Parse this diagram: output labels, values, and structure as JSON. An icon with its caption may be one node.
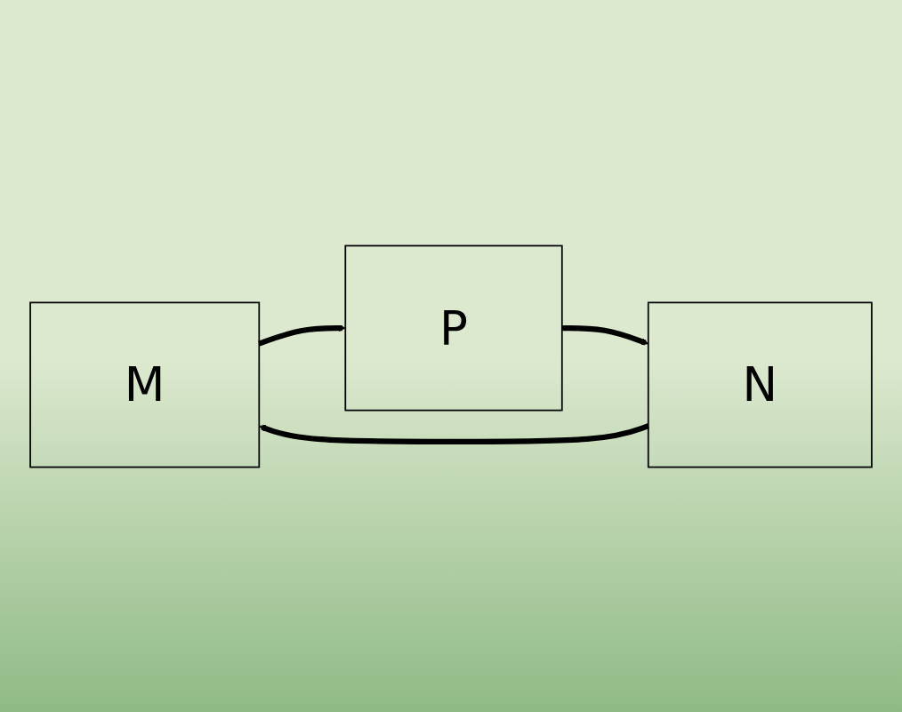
{
  "diagram": {
    "nodes": [
      {
        "text": [
          "M"
        ]
      },
      {
        "text": [
          "N"
        ]
      },
      {
        "text": [
          "P"
        ]
      }
    ],
    "edges": [
      {
        "from": 1,
        "to": 0,
        "arrow": "to"
      },
      {
        "from": 2,
        "to": 1,
        "arrow": "to"
      },
      {
        "from": 0,
        "to": 2,
        "arrow": "to"
      }
    ]
  }
}
